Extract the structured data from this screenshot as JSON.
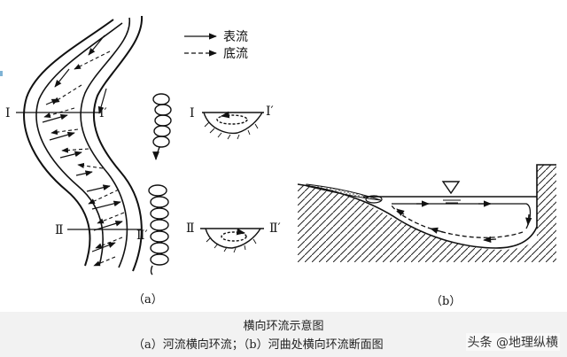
{
  "legend": {
    "surface_flow": "表流",
    "bottom_flow": "底流"
  },
  "sections": {
    "I": "Ⅰ",
    "I_prime": "Ⅰ′",
    "II": "Ⅱ",
    "II_prime": "Ⅱ′"
  },
  "panel_labels": {
    "a": "（a）",
    "b": "（b）"
  },
  "caption": {
    "title": "横向环流示意图",
    "subtitle": "（a）河流横向环流；（b）河曲处横向环流断面图"
  },
  "watermark": "头条 @地理纵横"
}
